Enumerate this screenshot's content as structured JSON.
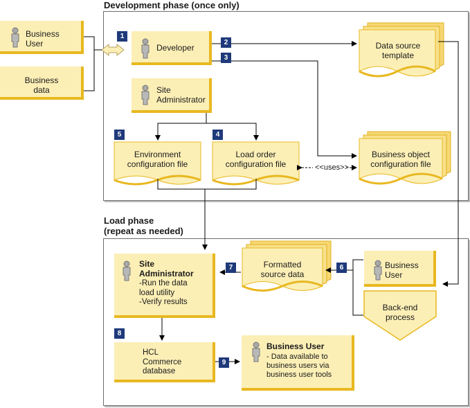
{
  "development_phase": {
    "title": "Development phase (once only)",
    "developer": "Developer",
    "site_admin": "Site\nAdministrator",
    "data_source_template": "Data source\ntemplate",
    "business_object_config": "Business object\nconfiguration file",
    "environment_config": "Environment\nconfiguration file",
    "load_order_config": "Load order\nconfiguration file",
    "uses_label": "<<uses>>"
  },
  "external": {
    "business_user": "Business\nUser",
    "business_data": "Business\ndata"
  },
  "load_phase": {
    "title": "Load phase\n(repeat as needed)",
    "site_admin_title": "Site\nAdministrator",
    "site_admin_tasks": "-Run the data\n load utility\n-Verify results",
    "formatted_source": "Formatted\nsource data",
    "business_user": "Business\nUser",
    "backend_process": "Back-end\nprocess",
    "database": "HCL\nCommerce\ndatabase",
    "business_user_title": "Business User",
    "business_user_desc": "- Data available to\n business users via\n business user tools"
  },
  "steps": [
    "1",
    "2",
    "3",
    "4",
    "5",
    "6",
    "7",
    "8",
    "9"
  ]
}
